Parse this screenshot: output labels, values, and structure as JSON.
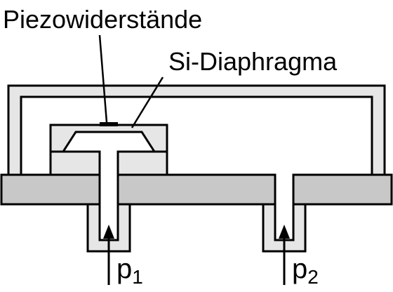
{
  "labels": {
    "piezo": "Piezowiderstände",
    "diaphragm": "Si-Diaphragma",
    "p1_base": "p",
    "p1_sub": "1",
    "p2_base": "p",
    "p2_sub": "2"
  },
  "colors": {
    "stroke": "#000000",
    "light_fill": "#e6e6e6",
    "mid_fill": "#c8c8c8",
    "white": "#ffffff"
  }
}
